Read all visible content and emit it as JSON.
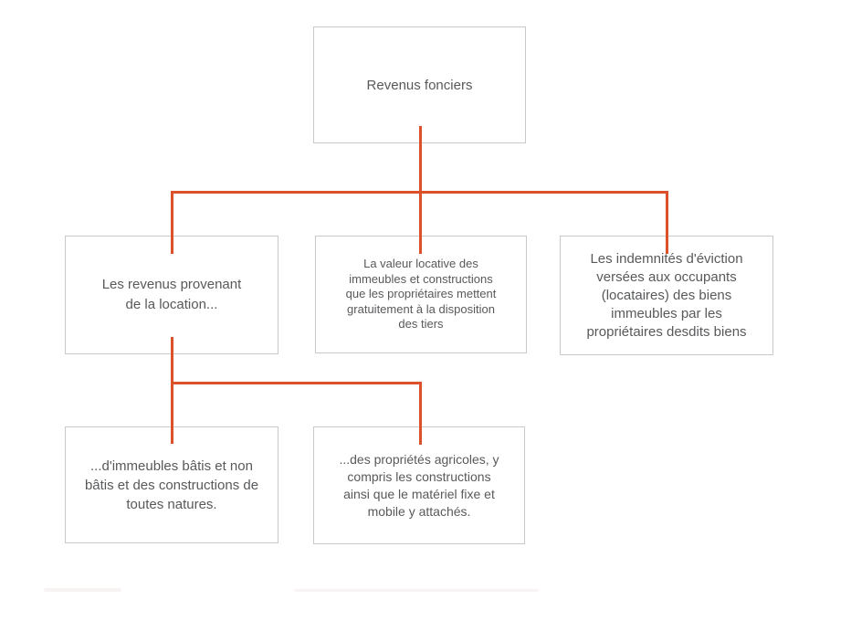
{
  "diagram": {
    "title": "Revenus fonciers",
    "nodes": {
      "root": {
        "label": "Revenus fonciers"
      },
      "location": {
        "label": "Les revenus provenant\nde la location..."
      },
      "valeur_locative": {
        "label": "La valeur locative des\nimmeubles et constructions\nque les propriétaires mettent\ngratuitement à la disposition\ndes tiers"
      },
      "indemnites": {
        "label": "Les indemnités d'éviction\nversées aux occupants\n(locataires) des biens\nimmeubles par les\npropriétaires desdits biens"
      },
      "immeubles_batis": {
        "label": "...d'immeubles bâtis et non\nbâtis et des constructions de\ntoutes natures."
      },
      "proprietes_agricoles": {
        "label": "...des propriétés agricoles, y\ncompris les constructions\nainsi que le matériel fixe et\nmobile y attachés."
      }
    },
    "edges": [
      {
        "from": "root",
        "to": "location"
      },
      {
        "from": "root",
        "to": "valeur_locative"
      },
      {
        "from": "root",
        "to": "indemnites"
      },
      {
        "from": "location",
        "to": "immeubles_batis"
      },
      {
        "from": "location",
        "to": "proprietes_agricoles"
      }
    ],
    "colors": {
      "connector": "#dc512a",
      "box_border": "#c9c9c9",
      "text": "#58595b",
      "background": "#ffffff",
      "artifact": "#f7f3f3"
    }
  }
}
